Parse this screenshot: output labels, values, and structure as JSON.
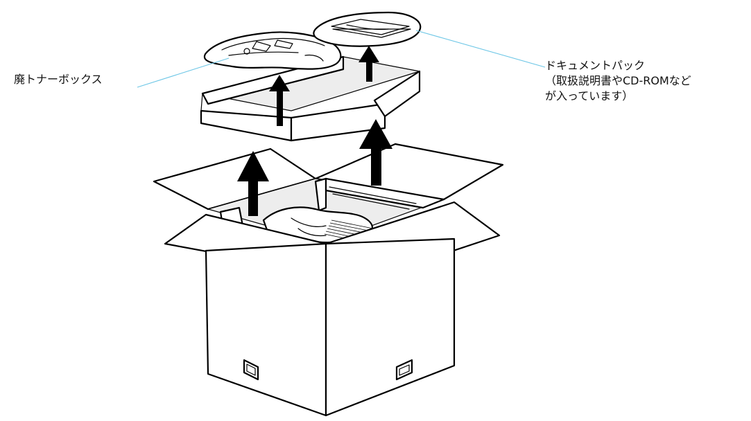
{
  "labels": {
    "toner_box": "廃トナーボックス",
    "doc_pack_line1": "ドキュメントパック",
    "doc_pack_line2": "（取扱説明書やCD-ROMなど",
    "doc_pack_line3": "が入っています）"
  },
  "colors": {
    "leader_line": "#6cc6e6",
    "outline": "#000000",
    "background": "#ffffff"
  }
}
